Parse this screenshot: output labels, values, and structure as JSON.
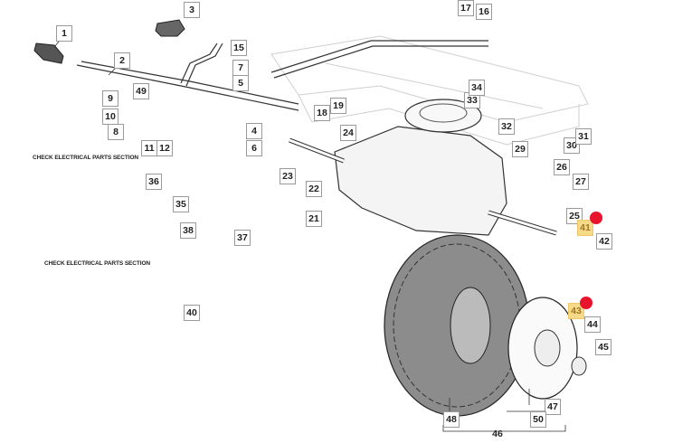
{
  "diagram": {
    "title": "Transmission and rear wheel exploded parts diagram",
    "part_labels": [
      {
        "id": "1",
        "text": "1"
      },
      {
        "id": "2",
        "text": "2"
      },
      {
        "id": "3",
        "text": "3"
      },
      {
        "id": "4",
        "text": "4"
      },
      {
        "id": "5",
        "text": "5"
      },
      {
        "id": "6",
        "text": "6"
      },
      {
        "id": "7",
        "text": "7"
      },
      {
        "id": "8",
        "text": "8"
      },
      {
        "id": "9",
        "text": "9"
      },
      {
        "id": "10",
        "text": "10"
      },
      {
        "id": "11",
        "text": "11"
      },
      {
        "id": "12",
        "text": "12"
      },
      {
        "id": "15",
        "text": "15"
      },
      {
        "id": "16",
        "text": "16"
      },
      {
        "id": "17",
        "text": "17"
      },
      {
        "id": "18",
        "text": "18"
      },
      {
        "id": "19",
        "text": "19"
      },
      {
        "id": "21",
        "text": "21"
      },
      {
        "id": "22",
        "text": "22"
      },
      {
        "id": "23",
        "text": "23"
      },
      {
        "id": "24",
        "text": "24"
      },
      {
        "id": "25",
        "text": "25"
      },
      {
        "id": "26",
        "text": "26"
      },
      {
        "id": "27",
        "text": "27"
      },
      {
        "id": "29",
        "text": "29"
      },
      {
        "id": "30",
        "text": "30"
      },
      {
        "id": "31",
        "text": "31"
      },
      {
        "id": "32",
        "text": "32"
      },
      {
        "id": "33",
        "text": "33"
      },
      {
        "id": "34",
        "text": "34"
      },
      {
        "id": "35",
        "text": "35"
      },
      {
        "id": "36",
        "text": "36"
      },
      {
        "id": "37",
        "text": "37"
      },
      {
        "id": "38",
        "text": "38"
      },
      {
        "id": "40",
        "text": "40"
      },
      {
        "id": "41",
        "text": "41",
        "highlighted": true
      },
      {
        "id": "42",
        "text": "42"
      },
      {
        "id": "43",
        "text": "43",
        "highlighted": true
      },
      {
        "id": "44",
        "text": "44"
      },
      {
        "id": "45",
        "text": "45"
      },
      {
        "id": "46",
        "text": "46"
      },
      {
        "id": "47",
        "text": "47"
      },
      {
        "id": "48",
        "text": "48"
      },
      {
        "id": "49",
        "text": "49"
      },
      {
        "id": "50",
        "text": "50"
      }
    ],
    "notes": {
      "electrical_1": "CHECK ELECTRICAL PARTS SECTION",
      "electrical_2": "CHECK ELECTRICAL PARTS SECTION"
    },
    "colors": {
      "highlight_fill": "#f7d98a",
      "highlight_text": "#a0781e",
      "marker_dot": "#e8142c",
      "line": "#333333",
      "frame_ghost": "#c8c8c8"
    }
  }
}
